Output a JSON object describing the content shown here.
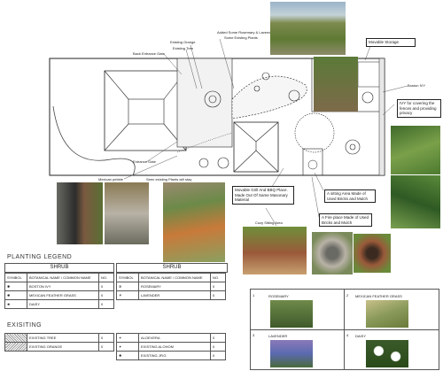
{
  "annotations": {
    "added_rosemary_lavender": "Added Some Rosemary & Lavender Plants",
    "some_existing_plants": "Some Existing Plants",
    "existing_orange": "Existing Orange",
    "existing_tree": "Existing Tree",
    "back_entrance_gate": "Back Entrance Gate",
    "entrance_gate": "Entrance Gate",
    "mexican_pebble": "Mexican pebble",
    "seen_existing_plants": "Seen existing Plants will stay",
    "movable_storage": "Movable Storage",
    "boston_ivy": "Boston IVY",
    "ivy_covering": "IVY for covering the fences and providing privacy",
    "movable_grill": "Movable Grill And BBQ Place. Made Out Of Same Masonary Material",
    "sitting_area": "A sitting Area Made of Used Bricks and Mulch",
    "fire_place": "A Fire place Made of Used Bricks and Mulch",
    "cozy_sitting_area": "Cozy Sitting Area"
  },
  "planting_legend": {
    "title": "PLANTING LEGEND",
    "shrub_heading": "SHRUB",
    "columns": [
      "SYMBOL",
      "BOTANICAL NAME / COMMON NAME",
      "NO."
    ],
    "left_rows": [
      {
        "name": "BOSTON IVY",
        "no": "0"
      },
      {
        "name": "MEXICAN FEATHER GRASS",
        "no": "0"
      },
      {
        "name": "DAISY",
        "no": "0"
      }
    ],
    "right_rows": [
      {
        "name": "ROSEMARY",
        "no": "0"
      },
      {
        "name": "LAVENDER",
        "no": "0"
      }
    ]
  },
  "existing_legend": {
    "title": "EXISITING",
    "left_rows": [
      {
        "name": "EXISTING TREE",
        "no": "0"
      },
      {
        "name": "EXISTING ORANGE",
        "no": "0"
      }
    ],
    "right_rows": [
      {
        "name": "ALOEVERA",
        "no": "0"
      },
      {
        "name": "EXISTING ALOHOM",
        "no": "0"
      },
      {
        "name": "EXISTING JFIG",
        "no": "0"
      }
    ]
  },
  "plant_gallery": {
    "items": [
      {
        "label": "ROSEMARY",
        "no": "1"
      },
      {
        "label": "MEXICAN FEATHER GRASS",
        "no": "2"
      },
      {
        "label": "LAVENDER",
        "no": "3"
      },
      {
        "label": "DAISY",
        "no": "4"
      }
    ]
  },
  "colors": {
    "line": "#222222",
    "grass": "#6f8f3a",
    "brick": "#9a5a3a",
    "stone": "#b8b2a6"
  }
}
